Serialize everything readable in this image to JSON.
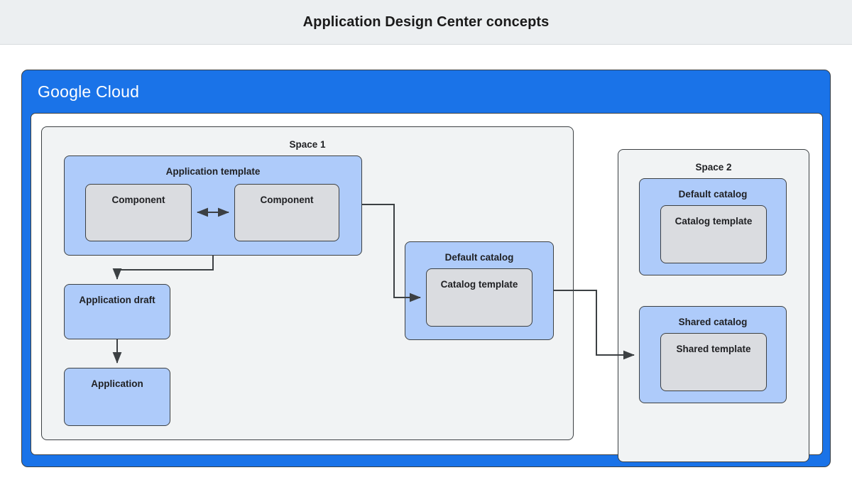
{
  "header": {
    "title": "Application Design Center concepts"
  },
  "diagram": {
    "cloud_logo": {
      "brand": "Google",
      "product": "Cloud"
    },
    "colors": {
      "cloud_blue": "#1a73e8",
      "box_blue": "#aecbfa",
      "box_gray": "#dadce0",
      "space_gray": "#f1f3f4",
      "border": "#3c4043",
      "title_bar": "#eceff1"
    },
    "space1": {
      "label": "Space 1",
      "application_template": {
        "label": "Application template",
        "components": [
          {
            "label": "Component"
          },
          {
            "label": "Component"
          }
        ]
      },
      "application_draft": {
        "label": "Application draft"
      },
      "application": {
        "label": "Application"
      },
      "default_catalog": {
        "label": "Default catalog",
        "template": {
          "label": "Catalog template"
        }
      }
    },
    "space2": {
      "label": "Space 2",
      "default_catalog": {
        "label": "Default catalog",
        "template": {
          "label": "Catalog template"
        }
      },
      "shared_catalog": {
        "label": "Shared catalog",
        "template": {
          "label": "Shared template"
        }
      }
    },
    "connectors": [
      {
        "name": "component-to-component",
        "type": "bidirectional"
      },
      {
        "name": "application-template-to-application-draft",
        "type": "arrow"
      },
      {
        "name": "application-draft-to-application",
        "type": "arrow"
      },
      {
        "name": "application-template-to-catalog-template",
        "type": "arrow"
      },
      {
        "name": "default-catalog-to-shared-catalog",
        "type": "arrow"
      }
    ]
  }
}
